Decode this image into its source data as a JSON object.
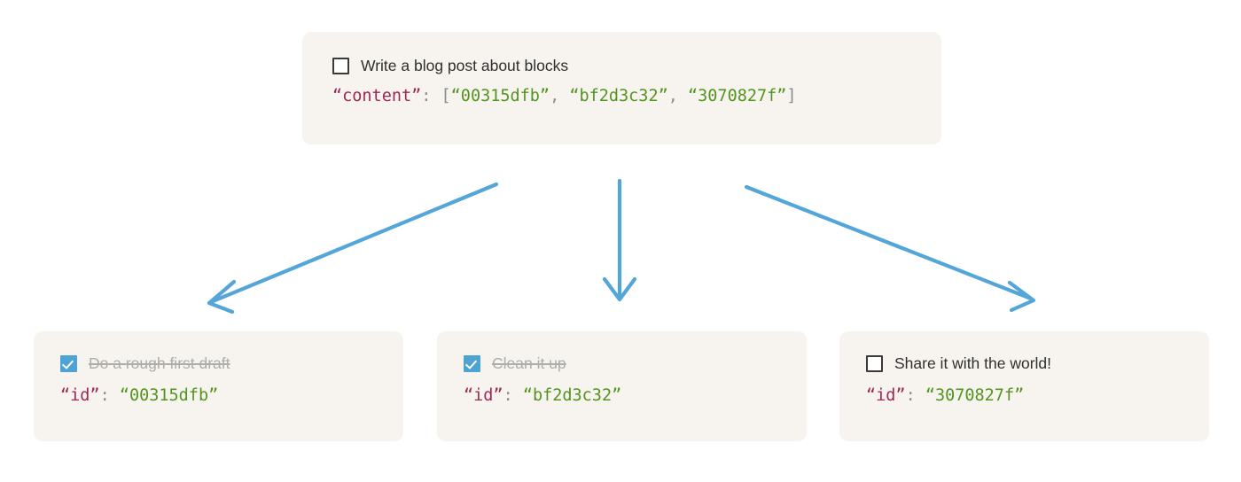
{
  "diagram": {
    "title": "Block content references diagram",
    "colors": {
      "card_background": "#f7f4ef",
      "arrow": "#54a6d8",
      "checkbox_checked": "#4da3d4",
      "checkbox_border": "#3b3a37",
      "json_key": "#9e2757",
      "json_string": "#53941f",
      "json_punct": "#8d8d8b",
      "text": "#2f2f2d",
      "text_done": "#adadab"
    }
  },
  "parent": {
    "checkbox_state": "unchecked",
    "checkbox_icon": "checkbox-empty-icon",
    "label": "Write a blog post about blocks",
    "json": {
      "key_quoted": "“content”",
      "colon": ":",
      "open_bracket": " [",
      "values": [
        "“00315dfb”",
        "“bf2d3c32”",
        "“3070827f”"
      ],
      "separator": ", ",
      "close_bracket": "]"
    }
  },
  "children": [
    {
      "checkbox_state": "checked",
      "checkbox_icon": "checkbox-checked-icon",
      "label": "Do a rough first draft",
      "done": true,
      "json": {
        "key_quoted": "“id”",
        "colon": ":",
        "space": " ",
        "value_quoted": "“00315dfb”"
      }
    },
    {
      "checkbox_state": "checked",
      "checkbox_icon": "checkbox-checked-icon",
      "label": "Clean it up",
      "done": true,
      "json": {
        "key_quoted": "“id”",
        "colon": ":",
        "space": " ",
        "value_quoted": "“bf2d3c32”"
      }
    },
    {
      "checkbox_state": "unchecked",
      "checkbox_icon": "checkbox-empty-icon",
      "label": "Share it with the world!",
      "done": false,
      "json": {
        "key_quoted": "“id”",
        "colon": ":",
        "space": " ",
        "value_quoted": "“3070827f”"
      }
    }
  ],
  "arrows": [
    {
      "name": "arrow-to-first-child",
      "direction": "down-left"
    },
    {
      "name": "arrow-to-second-child",
      "direction": "down"
    },
    {
      "name": "arrow-to-third-child",
      "direction": "down-right"
    }
  ]
}
